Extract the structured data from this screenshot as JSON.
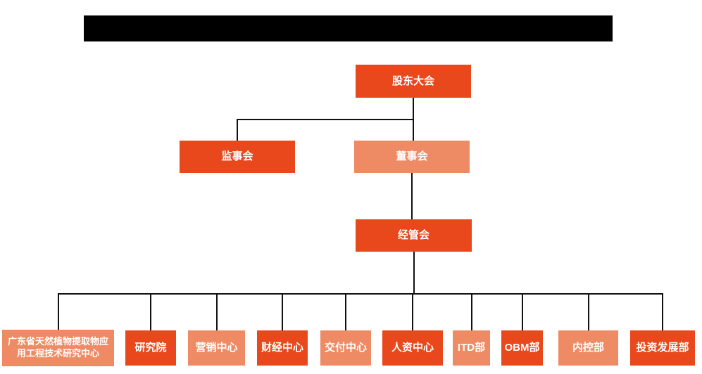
{
  "title_bar": {
    "type": "redacted-black-bar",
    "color": "#000000"
  },
  "palette": {
    "primary": "#e8481b",
    "secondary": "#ee8a64",
    "line": "#111111",
    "background": "#ffffff",
    "text": "#ffffff"
  },
  "org_chart": {
    "type": "org-tree",
    "nodes": [
      {
        "id": "shareholders",
        "label": "股东大会",
        "variant": "primary",
        "level": 1
      },
      {
        "id": "supervisory",
        "label": "监事会",
        "variant": "primary",
        "level": 2
      },
      {
        "id": "board",
        "label": "董事会",
        "variant": "secondary",
        "level": 2
      },
      {
        "id": "management",
        "label": "经管会",
        "variant": "primary",
        "level": 3
      },
      {
        "id": "research_center",
        "label": "广东省天然植物提取物应用工程技术研究中心",
        "variant": "secondary",
        "level": 4
      },
      {
        "id": "academy",
        "label": "研究院",
        "variant": "primary",
        "level": 4
      },
      {
        "id": "marketing",
        "label": "营销中心",
        "variant": "secondary",
        "level": 4
      },
      {
        "id": "finance",
        "label": "财经中心",
        "variant": "primary",
        "level": 4
      },
      {
        "id": "delivery",
        "label": "交付中心",
        "variant": "secondary",
        "level": 4
      },
      {
        "id": "hr",
        "label": "人资中心",
        "variant": "primary",
        "level": 4
      },
      {
        "id": "itd",
        "label": "ITD部",
        "variant": "secondary",
        "level": 4
      },
      {
        "id": "obm",
        "label": "OBM部",
        "variant": "primary",
        "level": 4
      },
      {
        "id": "internal_control",
        "label": "内控部",
        "variant": "secondary",
        "level": 4
      },
      {
        "id": "investment",
        "label": "投资发展部",
        "variant": "primary",
        "level": 4
      }
    ],
    "edges": [
      [
        "shareholders",
        "supervisory"
      ],
      [
        "shareholders",
        "board"
      ],
      [
        "board",
        "management"
      ],
      [
        "management",
        "research_center"
      ],
      [
        "management",
        "academy"
      ],
      [
        "management",
        "marketing"
      ],
      [
        "management",
        "finance"
      ],
      [
        "management",
        "delivery"
      ],
      [
        "management",
        "hr"
      ],
      [
        "management",
        "itd"
      ],
      [
        "management",
        "obm"
      ],
      [
        "management",
        "internal_control"
      ],
      [
        "management",
        "investment"
      ]
    ]
  }
}
